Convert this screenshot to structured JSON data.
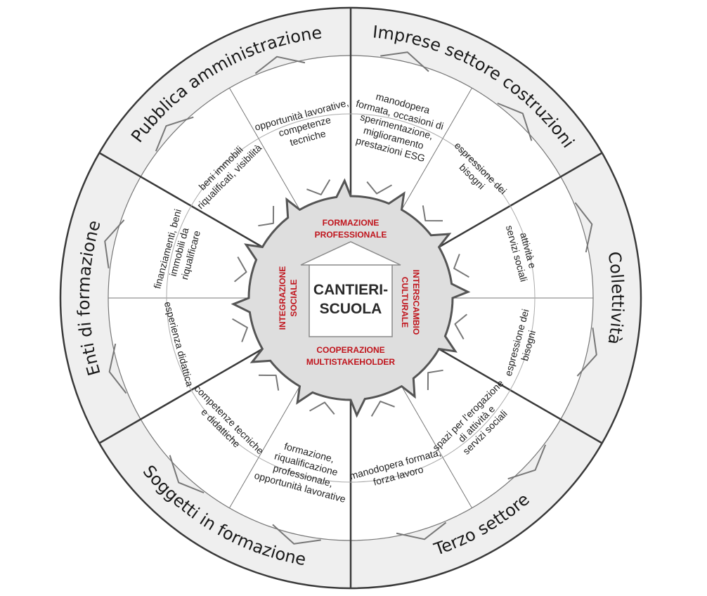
{
  "colors": {
    "band": "#efefef",
    "inner_disc": "#dedede",
    "line": "#3a3a3a",
    "thin_line": "#777777",
    "accent": "#c0141c"
  },
  "center": {
    "line1": "CANTIERI-",
    "line2": "SCUOLA"
  },
  "themes": {
    "top": [
      "FORMAZIONE",
      "PROFESSIONALE"
    ],
    "left": [
      "INTEGRAZIONE",
      "SOCIALE"
    ],
    "right": [
      "INTERSCAMBIO",
      "CULTURALE"
    ],
    "bottom": [
      "COOPERAZIONE",
      "MULTISTAKEHOLDER"
    ]
  },
  "sectors": [
    {
      "name": "Imprese settore costruzioni"
    },
    {
      "name": "Collettività"
    },
    {
      "name": "Terzo settore"
    },
    {
      "name": "Soggetti in formazione"
    },
    {
      "name": "Enti di formazione"
    },
    {
      "name": "Pubblica amministrazione"
    }
  ],
  "items": [
    {
      "lines": [
        "manodopera",
        "formata, occasioni di",
        "sperimentazione,",
        "miglioramento",
        "prestazioni ESG"
      ]
    },
    {
      "lines": [
        "espressione dei",
        "bisogni"
      ]
    },
    {
      "lines": [
        "attività e",
        "servizi sociali"
      ]
    },
    {
      "lines": [
        "espressione dei",
        "bisogni"
      ]
    },
    {
      "lines": [
        "spazi per l’erogazione",
        "di attività e",
        "servizi sociali"
      ]
    },
    {
      "lines": [
        "manodopera formata,",
        "forza lavoro"
      ]
    },
    {
      "lines": [
        "formazione,",
        "riqualificazione",
        "professionale,",
        "opportunità lavorative"
      ]
    },
    {
      "lines": [
        "competenze tecniche",
        "e didattiche"
      ]
    },
    {
      "lines": [
        "esperienza didattica"
      ]
    },
    {
      "lines": [
        "finanziamenti, beni",
        "immobili da",
        "riqualificare"
      ]
    },
    {
      "lines": [
        "beni immobili",
        "riqualificati, visibilità"
      ]
    },
    {
      "lines": [
        "opportunità lavorative,",
        "competenze",
        "tecniche"
      ]
    }
  ]
}
